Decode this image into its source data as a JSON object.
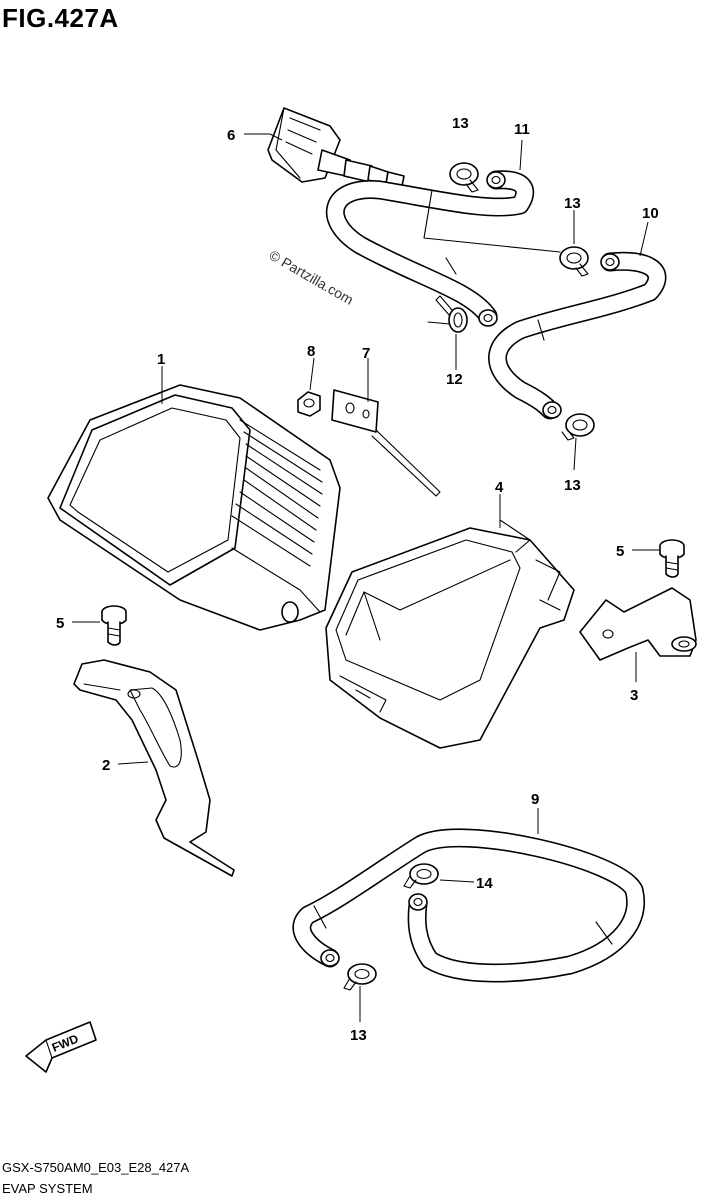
{
  "figure": {
    "title": "FIG.427A",
    "watermark": "© Partzilla.com",
    "footer_code": "GSX-S750AM0_E03_E28_427A",
    "footer_name": "EVAP SYSTEM",
    "fwd_label": "FWD"
  },
  "callouts": {
    "c1": "1",
    "c2": "2",
    "c3": "3",
    "c4": "4",
    "c5a": "5",
    "c5b": "5",
    "c6": "6",
    "c7": "7",
    "c8": "8",
    "c9": "9",
    "c10": "10",
    "c11": "11",
    "c12": "12",
    "c13a": "13",
    "c13b": "13",
    "c13c": "13",
    "c13d": "13",
    "c14": "14"
  }
}
